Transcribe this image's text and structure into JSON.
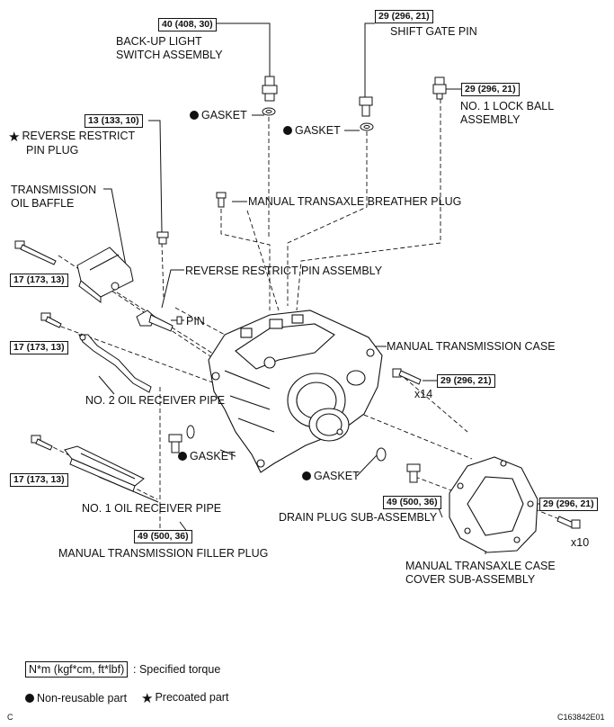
{
  "torques": {
    "backup_switch": "40 (408, 30)",
    "shift_gate_pin": "29 (296, 21)",
    "lock_ball": "29 (296, 21)",
    "reverse_plug": "13 (133, 10)",
    "bolt_baffle": "17 (173, 13)",
    "bolt_no2_pipe": "17 (173, 13)",
    "bolt_no1_pipe": "17 (173, 13)",
    "case_bolt": "29 (296, 21)",
    "drain_plug": "49 (500, 36)",
    "filler_plug": "49 (500, 36)",
    "cover_bolt": "29 (296, 21)"
  },
  "labels": {
    "backup_line1": "BACK-UP LIGHT",
    "backup_line2": "SWITCH ASSEMBLY",
    "shift_gate_pin": "SHIFT GATE PIN",
    "lock_ball_line1": "NO. 1 LOCK BALL",
    "lock_ball_line2": "ASSEMBLY",
    "gasket": "GASKET",
    "reverse_plug_line1": "REVERSE RESTRICT",
    "reverse_plug_line2": "PIN PLUG",
    "baffle_line1": "TRANSMISSION",
    "baffle_line2": "OIL BAFFLE",
    "breather_plug": "MANUAL TRANSAXLE BREATHER PLUG",
    "reverse_pin_assy": "REVERSE RESTRICT PIN ASSEMBLY",
    "pin": "PIN",
    "trans_case": "MANUAL TRANSMISSION CASE",
    "x14": "x14",
    "no2_pipe": "NO. 2 OIL RECEIVER PIPE",
    "no1_pipe": "NO. 1 OIL RECEIVER PIPE",
    "drain_plug": "DRAIN PLUG SUB-ASSEMBLY",
    "filler_plug": "MANUAL TRANSMISSION FILLER PLUG",
    "cover_line1": "MANUAL TRANSAXLE CASE",
    "cover_line2": "COVER SUB-ASSEMBLY",
    "x10": "x10"
  },
  "legend": {
    "torque_box": "N*m (kgf*cm, ft*lbf)",
    "torque_text": ": Specified torque",
    "non_reusable": "Non-reusable part",
    "precoated": "Precoated part"
  },
  "corner": {
    "left": "C",
    "right": "C163842E01"
  }
}
